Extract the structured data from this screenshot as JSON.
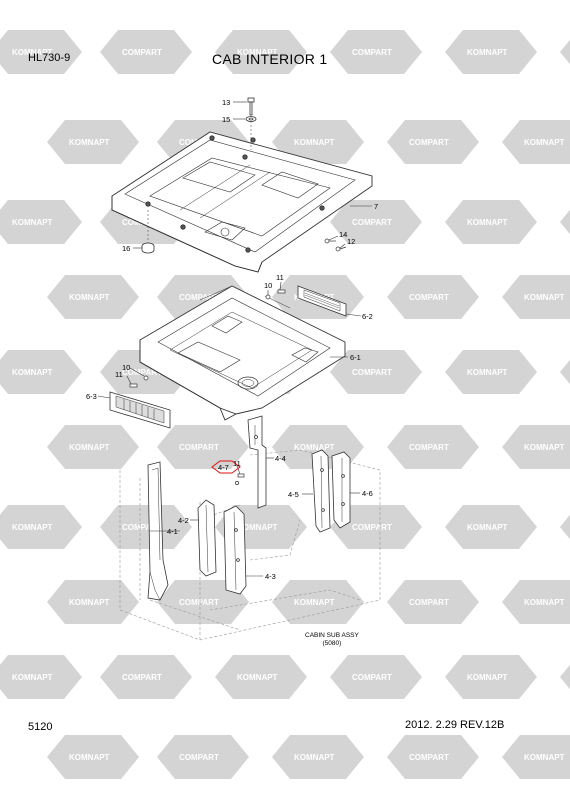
{
  "header": {
    "model": "HL730-9",
    "title": "CAB INTERIOR 1"
  },
  "footer": {
    "page_number": "5120",
    "date_revision": "2012. 2.29  REV.12B"
  },
  "watermark": {
    "brand_a": "KOMNAPT",
    "brand_b": "COMPART"
  },
  "callouts": {
    "c13": "13",
    "c15": "15",
    "c7": "7",
    "c16": "16",
    "c14": "14",
    "c12": "12",
    "c11a": "11",
    "c10a": "10",
    "c6_2": "6-2",
    "c6_1": "6-1",
    "c10b": "10",
    "c11b": "11",
    "c6_3": "6-3",
    "c4_4": "4-4",
    "c11c": "11",
    "c4_7": "4-7",
    "c4_5": "4-5",
    "c4_6": "4-6",
    "c4_2": "4-2",
    "c4_1": "4-1",
    "c4_3": "4-3"
  },
  "cabin_note": {
    "line1": "CABIN SUB ASSY",
    "line2": "(5080)"
  },
  "colors": {
    "line": "#333333",
    "watermark": "#d4d4d4",
    "highlight": "#e01010"
  }
}
